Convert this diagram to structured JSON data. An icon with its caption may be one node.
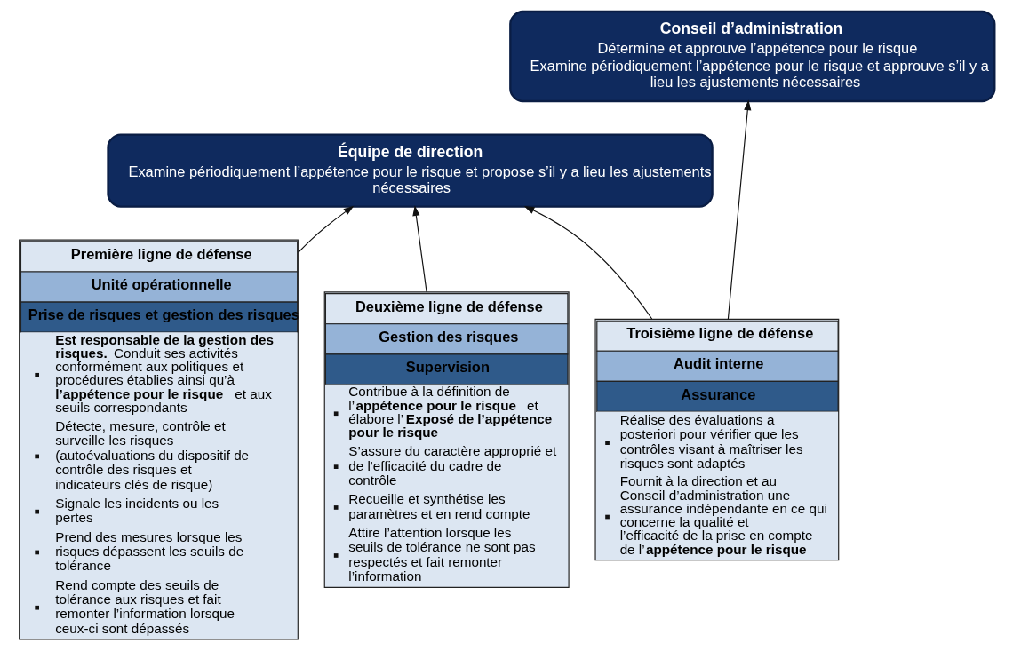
{
  "diagram": {
    "nodes": [
      {
        "text": [
          "Conseil d’administration",
          "Détermine et approuve l’appétence pour le risque",
          "Examine périodiquement l’appétence pour le risque et approuve s’il y a lieu les ajustements nécessaires"
        ]
      },
      {
        "text": [
          "Équipe de direction",
          "Examine périodiquement l’appétence pour le risque et propose s’il y a lieu les ajustements nécessaires"
        ]
      },
      {
        "text": [
          "Première ligne de défense",
          "Unité opérationnelle",
          "Prise de risques et gestion des risques",
          "**Est responsable de la gestion des risques.** Conduit ses activités conformément aux politiques et procédures établies ainsi qu’à **l’appétence pour le risque** et aux seuils correspondants",
          "Détecte, mesure, contrôle et surveille les risques (autoévaluations du dispositif de contrôle des risques et indicateurs clés de risque)",
          "Signale les incidents ou les pertes",
          "Prend des mesures lorsque les risques dépassent les seuils de tolérance",
          "Rend compte des seuils de tolérance aux risques et fait remonter l’information lorsque ceux-ci sont dépassés"
        ]
      },
      {
        "text": [
          "Deuxième ligne de défense",
          "Gestion des risques",
          "Supervision",
          "Contribue à la définition de l’**appétence pour le risque** et élabore l’**Exposé de l’appétence pour le risque**",
          "S’assure du caractère approprié et de l'efficacité du cadre de contrôle",
          "Recueille et synthétise les paramètres et en rend compte",
          "Attire l’attention lorsque les seuils de tolérance ne sont pas respectés et fait remonter l’information"
        ]
      },
      {
        "text": [
          "Troisième ligne de défense",
          "Audit interne",
          "Assurance",
          "Réalise des évaluations a posteriori pour vérifier que les contrôles visant à maîtriser les risques sont adaptés",
          "Fournit à la direction et au Conseil d’administration une assurance indépendante en ce qui concerne la qualité et l’efficacité de la prise en compte de l’**appétence pour le risque**"
        ]
      }
    ],
    "edges": [
      {
        "from": 2,
        "to": 1,
        "arrow": "to"
      },
      {
        "from": 3,
        "to": 1,
        "arrow": "to"
      },
      {
        "from": 4,
        "to": 1,
        "arrow": "to"
      },
      {
        "from": 4,
        "to": 0,
        "arrow": "to"
      }
    ]
  }
}
